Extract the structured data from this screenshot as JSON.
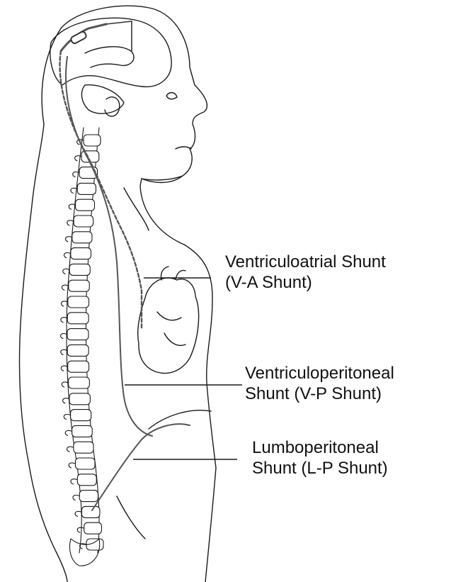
{
  "labels": {
    "va": {
      "line1": "Ventriculoatrial Shunt",
      "line2": "(V-A Shunt)"
    },
    "vp": {
      "line1": "Ventriculoperitoneal",
      "line2": "Shunt (V-P Shunt)"
    },
    "lp": {
      "line1": "Lumboperitoneal",
      "line2": "Shunt (L-P Shunt)"
    }
  },
  "colors": {
    "outline": "#1a1a1a",
    "shunt": "#555555",
    "background": "#ffffff"
  }
}
